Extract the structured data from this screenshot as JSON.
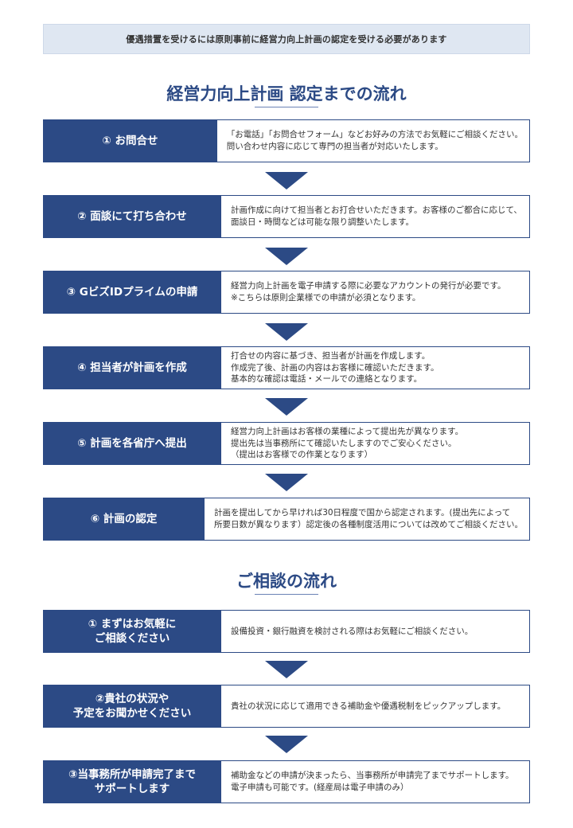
{
  "banner": "優遇措置を受けるには原則事前に経営力向上計画の認定を受ける必要があります",
  "section1": {
    "title": "経営力向上計画  認定までの流れ",
    "steps": [
      {
        "label": "① お問合せ",
        "lines": [
          "「お電話」「お問合せフォーム」などお好みの方法でお気軽にご相談ください。",
          "問い合わせ内容に応じて専門の担当者が対応いたします。"
        ]
      },
      {
        "label": "② 面談にて打ち合わせ",
        "lines": [
          "計画作成に向けて担当者とお打合せいただきます。お客様のご都合に応じて、",
          "面談日・時間などは可能な限り調整いたします。"
        ]
      },
      {
        "label": "③ GビズIDプライムの申請",
        "lines": [
          "経営力向上計画を電子申請する際に必要なアカウントの発行が必要です。",
          "※こちらは原則企業様での申請が必須となります。"
        ]
      },
      {
        "label": "④ 担当者が計画を作成",
        "lines": [
          "打合せの内容に基づき、担当者が計画を作成します。",
          "作成完了後、計画の内容はお客様に確認いただきます。",
          "基本的な確認は電話・メールでの連絡となります。"
        ]
      },
      {
        "label": "⑤ 計画を各省庁へ提出",
        "lines": [
          "経営力向上計画はお客様の業種によって提出先が異なります。",
          "提出先は当事務所にて確認いたしますのでご安心ください。",
          "（提出はお客様での作業となります）"
        ]
      },
      {
        "label": "⑥ 計画の認定",
        "lines": [
          "計画を提出してから早ければ30日程度で国から認定されます。(提出先によって",
          "所要日数が異なります）認定後の各種制度活用については改めてご相談ください。"
        ]
      }
    ]
  },
  "section2": {
    "title": "ご相談の流れ",
    "steps": [
      {
        "label": "① まずはお気軽に\nご相談ください",
        "lines": [
          "設備投資・銀行融資を検討される際はお気軽にご相談ください。"
        ]
      },
      {
        "label": "②貴社の状況や\n予定をお聞かせください",
        "lines": [
          "貴社の状況に応じて適用できる補助金や優遇税制をピックアップします。"
        ]
      },
      {
        "label": "③当事務所が申請完了まで\nサポートします",
        "lines": [
          "補助金などの申請が決まったら、当事務所が申請完了までサポートします。",
          "電子申請も可能です。(経産局は電子申請のみ）"
        ]
      }
    ]
  },
  "colors": {
    "primary": "#2c4a85",
    "banner_bg": "#dfe7f2",
    "title": "#2c4a85"
  }
}
